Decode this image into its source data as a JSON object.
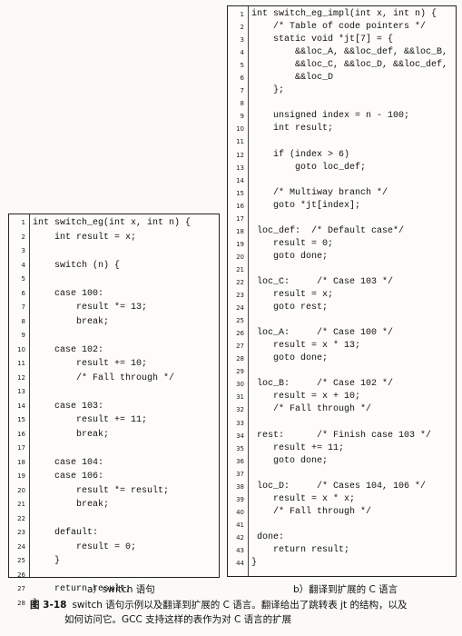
{
  "panel_a": {
    "lines": [
      {
        "n": "1",
        "code": "int switch_eg(int x, int n) {"
      },
      {
        "n": "2",
        "code": "    int result = x;"
      },
      {
        "n": "3",
        "code": ""
      },
      {
        "n": "4",
        "code": "    switch (n) {"
      },
      {
        "n": "5",
        "code": ""
      },
      {
        "n": "6",
        "code": "    case 100:"
      },
      {
        "n": "7",
        "code": "        result *= 13;"
      },
      {
        "n": "8",
        "code": "        break;"
      },
      {
        "n": "9",
        "code": ""
      },
      {
        "n": "10",
        "code": "    case 102:"
      },
      {
        "n": "11",
        "code": "        result += 10;"
      },
      {
        "n": "12",
        "code": "        /* Fall through */"
      },
      {
        "n": "13",
        "code": ""
      },
      {
        "n": "14",
        "code": "    case 103:"
      },
      {
        "n": "15",
        "code": "        result += 11;"
      },
      {
        "n": "16",
        "code": "        break;"
      },
      {
        "n": "17",
        "code": ""
      },
      {
        "n": "18",
        "code": "    case 104:"
      },
      {
        "n": "19",
        "code": "    case 106:"
      },
      {
        "n": "20",
        "code": "        result *= result;"
      },
      {
        "n": "21",
        "code": "        break;"
      },
      {
        "n": "22",
        "code": ""
      },
      {
        "n": "23",
        "code": "    default:"
      },
      {
        "n": "24",
        "code": "        result = 0;"
      },
      {
        "n": "25",
        "code": "    }"
      },
      {
        "n": "26",
        "code": ""
      },
      {
        "n": "27",
        "code": "    return result;"
      },
      {
        "n": "28",
        "code": "}"
      }
    ],
    "subcaption": "a）switch 语句"
  },
  "panel_b": {
    "lines": [
      {
        "n": "1",
        "code": "int switch_eg_impl(int x, int n) {"
      },
      {
        "n": "2",
        "code": "    /* Table of code pointers */"
      },
      {
        "n": "3",
        "code": "    static void *jt[7] = {"
      },
      {
        "n": "4",
        "code": "        &&loc_A, &&loc_def, &&loc_B,"
      },
      {
        "n": "5",
        "code": "        &&loc_C, &&loc_D, &&loc_def,"
      },
      {
        "n": "6",
        "code": "        &&loc_D"
      },
      {
        "n": "7",
        "code": "    };"
      },
      {
        "n": "8",
        "code": ""
      },
      {
        "n": "9",
        "code": "    unsigned index = n - 100;"
      },
      {
        "n": "10",
        "code": "    int result;"
      },
      {
        "n": "11",
        "code": ""
      },
      {
        "n": "12",
        "code": "    if (index > 6)"
      },
      {
        "n": "13",
        "code": "        goto loc_def;"
      },
      {
        "n": "14",
        "code": ""
      },
      {
        "n": "15",
        "code": "    /* Multiway branch */"
      },
      {
        "n": "16",
        "code": "    goto *jt[index];"
      },
      {
        "n": "17",
        "code": ""
      },
      {
        "n": "18",
        "code": " loc_def:  /* Default case*/"
      },
      {
        "n": "19",
        "code": "    result = 0;"
      },
      {
        "n": "20",
        "code": "    goto done;"
      },
      {
        "n": "21",
        "code": ""
      },
      {
        "n": "22",
        "code": " loc_C:     /* Case 103 */"
      },
      {
        "n": "23",
        "code": "    result = x;"
      },
      {
        "n": "24",
        "code": "    goto rest;"
      },
      {
        "n": "25",
        "code": ""
      },
      {
        "n": "26",
        "code": " loc_A:     /* Case 100 */"
      },
      {
        "n": "27",
        "code": "    result = x * 13;"
      },
      {
        "n": "28",
        "code": "    goto done;"
      },
      {
        "n": "29",
        "code": ""
      },
      {
        "n": "30",
        "code": " loc_B:     /* Case 102 */"
      },
      {
        "n": "31",
        "code": "    result = x + 10;"
      },
      {
        "n": "32",
        "code": "    /* Fall through */"
      },
      {
        "n": "33",
        "code": ""
      },
      {
        "n": "34",
        "code": " rest:      /* Finish case 103 */"
      },
      {
        "n": "35",
        "code": "    result += 11;"
      },
      {
        "n": "36",
        "code": "    goto done;"
      },
      {
        "n": "37",
        "code": ""
      },
      {
        "n": "38",
        "code": " loc_D:     /* Cases 104, 106 */"
      },
      {
        "n": "39",
        "code": "    result = x * x;"
      },
      {
        "n": "40",
        "code": "    /* Fall through */"
      },
      {
        "n": "41",
        "code": ""
      },
      {
        "n": "42",
        "code": " done:"
      },
      {
        "n": "43",
        "code": "    return result;"
      },
      {
        "n": "44",
        "code": "}"
      }
    ],
    "subcaption": "b）翻译到扩展的 C 语言"
  },
  "caption": {
    "label": "图 3-18",
    "line1": "switch 语句示例以及翻译到扩展的 C 语言。翻译给出了跳转表 jt 的结构，以及",
    "line2": "如何访问它。GCC 支持这样的表作为对 C 语言的扩展"
  }
}
